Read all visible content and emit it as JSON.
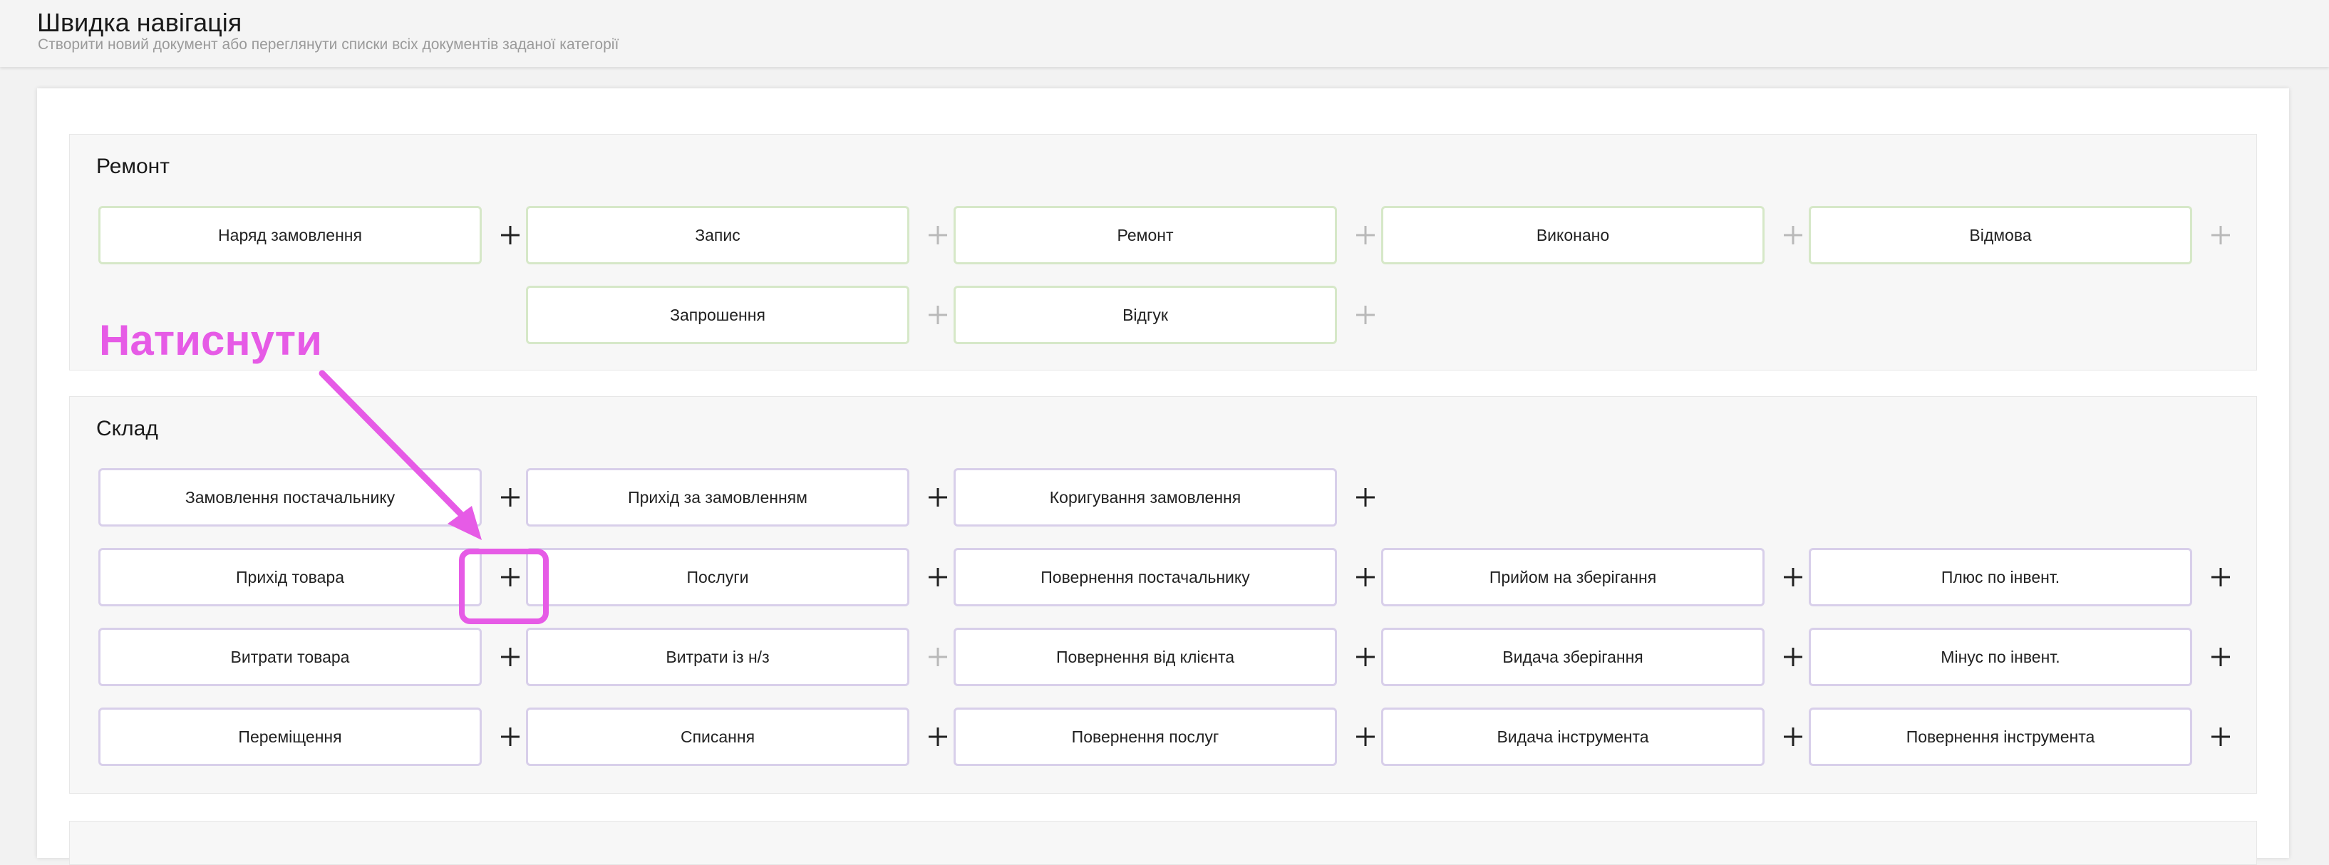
{
  "header": {
    "title": "Швидка навігація",
    "subtitle": "Створити новий документ або переглянути списки всіх документів заданої категорії"
  },
  "annotation": {
    "text": "Натиснути",
    "color": "#e65be6"
  },
  "sections": [
    {
      "title": "Ремонт",
      "border_color": "#d6e8c8",
      "rows": [
        [
          {
            "label": "Наряд замовлення",
            "plus": "dark"
          },
          {
            "label": "Запис",
            "plus": "light"
          },
          {
            "label": "Ремонт",
            "plus": "light"
          },
          {
            "label": "Виконано",
            "plus": "light"
          },
          {
            "label": "Відмова",
            "plus": "light"
          }
        ],
        [
          null,
          {
            "label": "Запрошення",
            "plus": "light"
          },
          {
            "label": "Відгук",
            "plus": "light"
          }
        ]
      ]
    },
    {
      "title": "Склад",
      "border_color": "#d8cfea",
      "rows": [
        [
          {
            "label": "Замовлення постачальнику",
            "plus": "dark"
          },
          {
            "label": "Прихід за замовленням",
            "plus": "dark"
          },
          {
            "label": "Коригування замовлення",
            "plus": "dark"
          }
        ],
        [
          {
            "label": "Прихід товара",
            "plus": "dark"
          },
          {
            "label": "Послуги",
            "plus": "dark"
          },
          {
            "label": "Повернення постачальнику",
            "plus": "dark"
          },
          {
            "label": "Прийом на зберігання",
            "plus": "dark"
          },
          {
            "label": "Плюс по інвент.",
            "plus": "dark"
          }
        ],
        [
          {
            "label": "Витрати товара",
            "plus": "dark"
          },
          {
            "label": "Витрати із н/з",
            "plus": "light"
          },
          {
            "label": "Повернення від клієнта",
            "plus": "dark"
          },
          {
            "label": "Видача зберігання",
            "plus": "dark"
          },
          {
            "label": "Мінус по інвент.",
            "plus": "dark"
          }
        ],
        [
          {
            "label": "Переміщення",
            "plus": "dark"
          },
          {
            "label": "Списання",
            "plus": "dark"
          },
          {
            "label": "Повернення послуг",
            "plus": "dark"
          },
          {
            "label": "Видача інструмента",
            "plus": "dark"
          },
          {
            "label": "Повернення інструмента",
            "plus": "dark"
          }
        ]
      ]
    }
  ]
}
